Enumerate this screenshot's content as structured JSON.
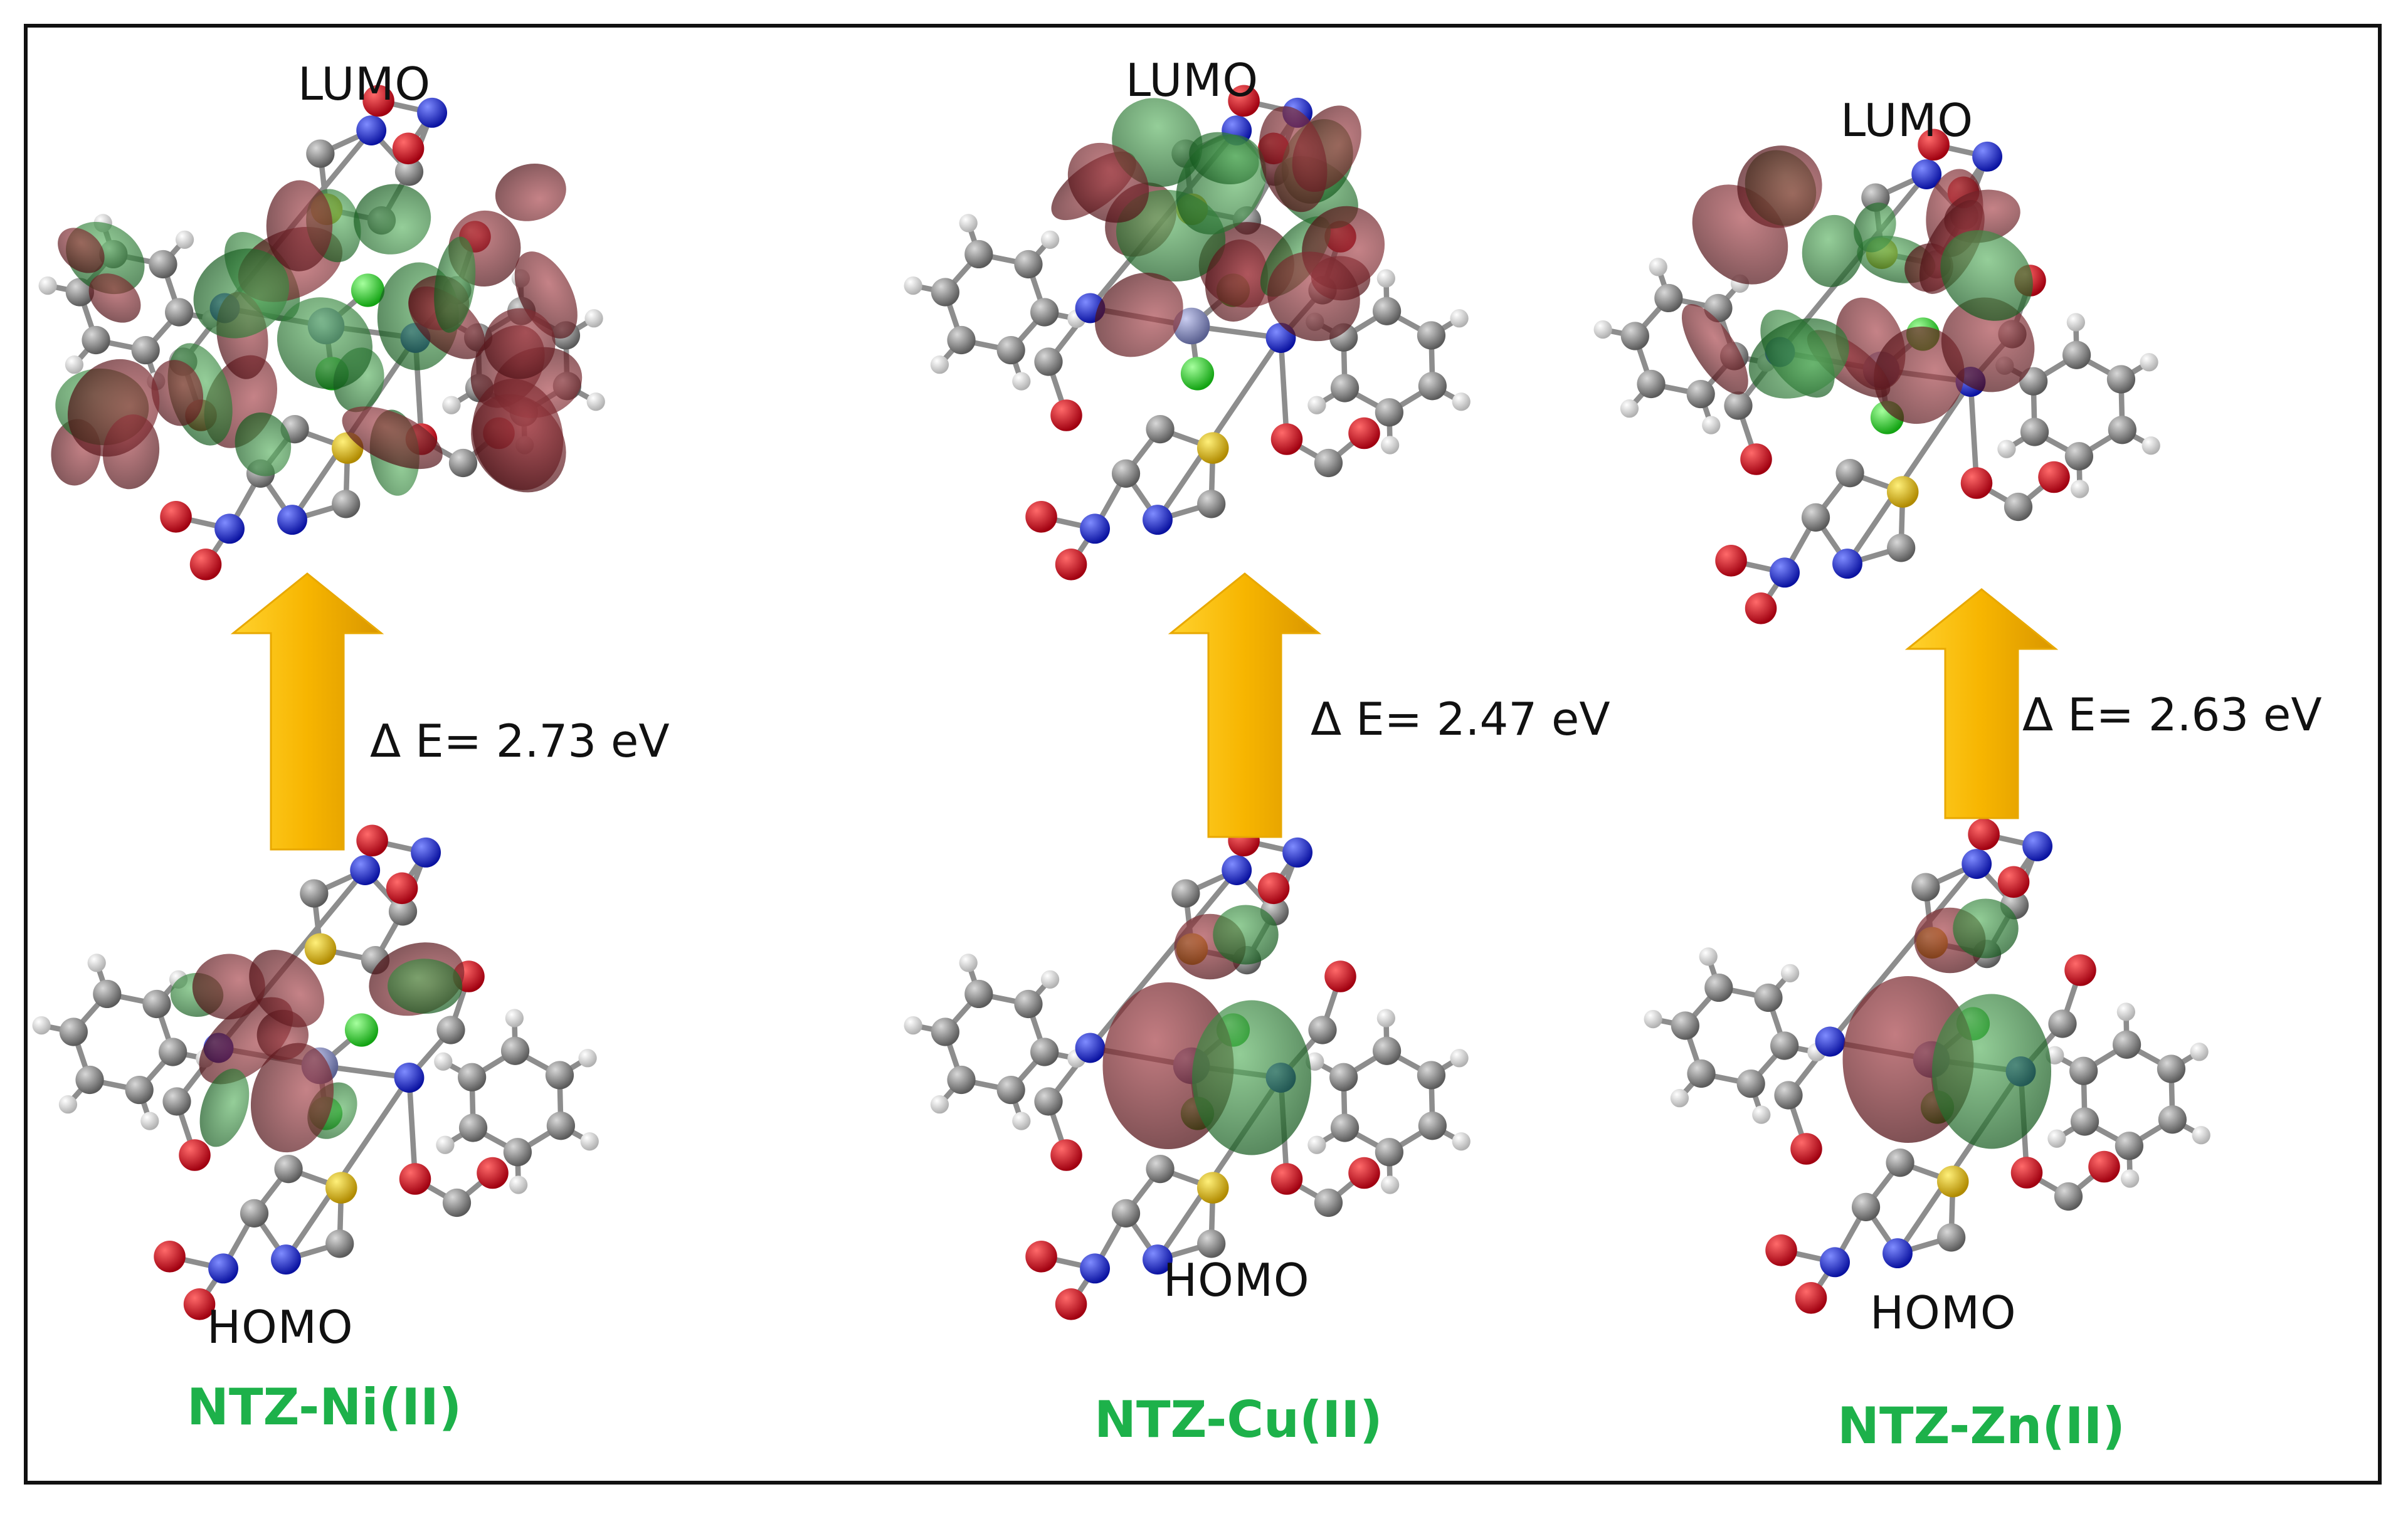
{
  "panels": [
    {
      "name": "NTZ-Ni(II)",
      "lumo": "LUMO",
      "homo": "HOMO",
      "gap": "Δ E= 2.73 eV"
    },
    {
      "name": "NTZ-Cu(II)",
      "lumo": "LUMO",
      "homo": "HOMO",
      "gap": "Δ E= 2.47 eV"
    },
    {
      "name": "NTZ-Zn(II)",
      "lumo": "LUMO",
      "homo": "HOMO",
      "gap": "Δ E= 2.63 eV"
    }
  ],
  "colors": {
    "complex_name": "#1db14a",
    "arrow": "#f7b500",
    "orbital_positive": "#6b1a1f",
    "orbital_negative": "#1f7a2a",
    "carbon": "#8a8a8a",
    "hydrogen": "#e6e6e6",
    "nitrogen": "#1f2ed6",
    "oxygen": "#e0001b",
    "sulfur": "#e8c21c",
    "chlorine": "#33dd33"
  }
}
